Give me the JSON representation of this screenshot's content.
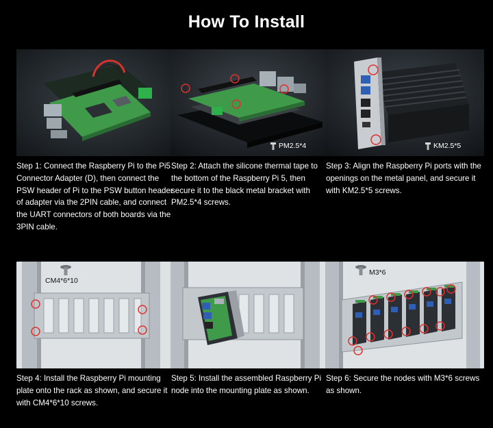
{
  "page": {
    "title": "How To Install"
  },
  "steps": [
    {
      "caption": "Step 1: Connect the Raspberry Pi to the Pi5 Connector Adapter (D), then connect the PSW header of Pi to the PSW button header of adapter via the 2PIN cable, and connect the UART connectors of both boards via the 3PIN cable.",
      "screw_label": ""
    },
    {
      "caption": "Step 2: Attach the silicone thermal tape to the bottom of the Raspberry Pi 5, then secure it to the black metal bracket with PM2.5*4 screws.",
      "screw_label": "PM2.5*4"
    },
    {
      "caption": "Step 3: Align the Raspberry Pi ports with the openings on the metal panel, and secure it with KM2.5*5 screws.",
      "screw_label": "KM2.5*5"
    },
    {
      "caption": "Step 4: Install the Raspberry Pi mounting plate onto the rack as shown, and secure it with CM4*6*10 screws.",
      "screw_label": "CM4*6*10"
    },
    {
      "caption": "Step 5: Install the assembled Raspberry Pi node into the mounting plate as shown.",
      "screw_label": ""
    },
    {
      "caption": "Step 6: Secure the nodes with M3*6 screws as shown.",
      "screw_label": "M3*6"
    }
  ],
  "colors": {
    "highlight": "#e0312f",
    "board_green": "#3f9a4a",
    "rack_gray": "#c8ccd1"
  }
}
